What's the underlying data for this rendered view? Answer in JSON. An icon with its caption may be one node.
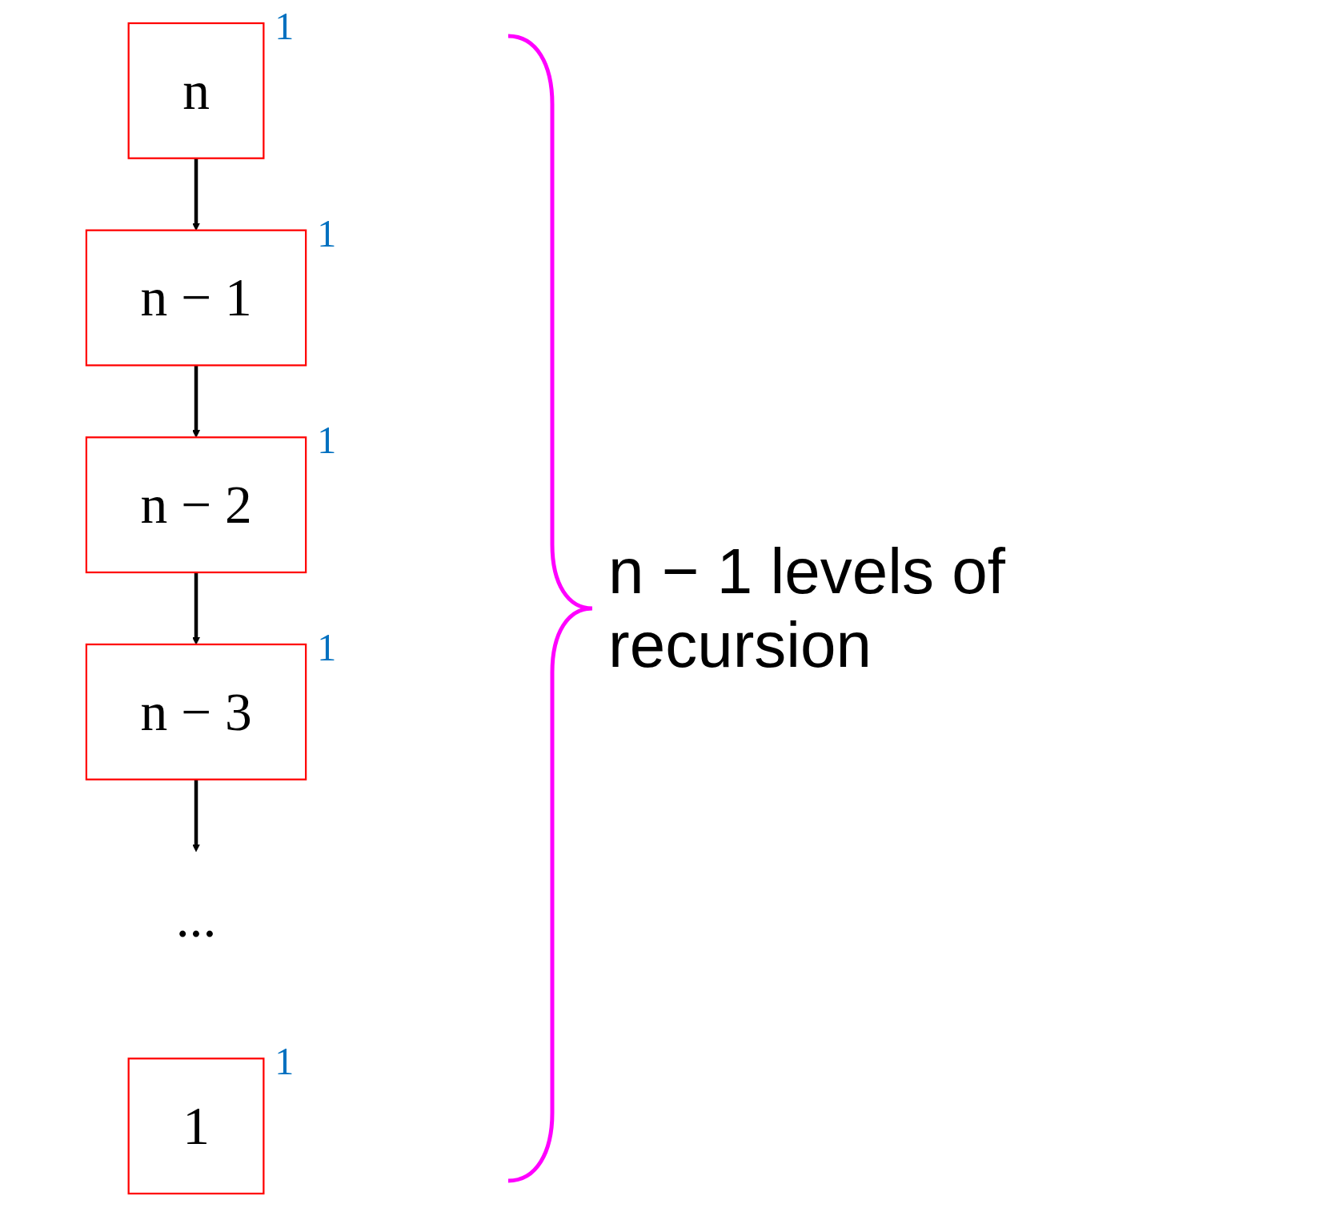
{
  "diagram": {
    "nodes": [
      {
        "text": [
          "n"
        ],
        "beside": [
          "1"
        ]
      },
      {
        "text": [
          "n − 1"
        ],
        "beside": [
          "1"
        ]
      },
      {
        "text": [
          "n − 2"
        ],
        "beside": [
          "1"
        ]
      },
      {
        "text": [
          "n − 3"
        ],
        "beside": [
          "1"
        ]
      },
      {
        "text": [
          "..."
        ]
      },
      {
        "text": [
          "1"
        ],
        "beside": [
          "1"
        ]
      }
    ],
    "edges": [
      {
        "from": 0,
        "to": 1,
        "arrow": "to"
      },
      {
        "from": 1,
        "to": 2,
        "arrow": "to"
      },
      {
        "from": 2,
        "to": 3,
        "arrow": "to"
      },
      {
        "from": 3,
        "to": 4,
        "arrow": "to"
      }
    ],
    "labels": [
      "n − 1 levels of recursion"
    ]
  }
}
